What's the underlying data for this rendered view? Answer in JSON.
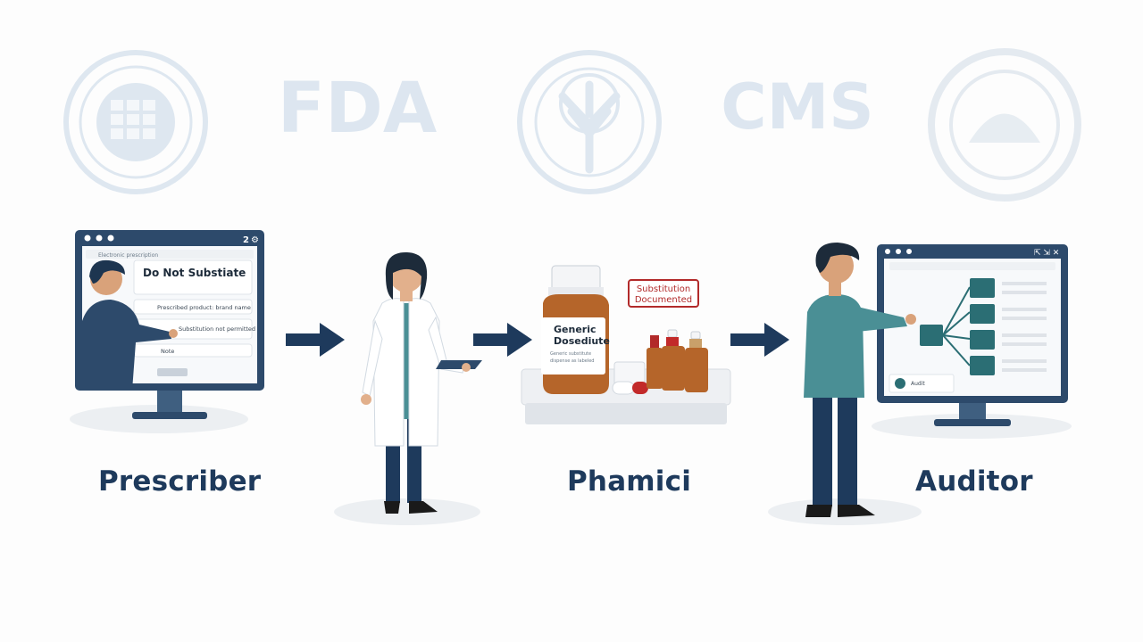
{
  "logos": [
    {
      "name": "state-board-seal",
      "text": ""
    },
    {
      "name": "fda-logo",
      "text": "FDA"
    },
    {
      "name": "tree-seal",
      "text": ""
    },
    {
      "name": "cms-logo",
      "text": "CMS"
    },
    {
      "name": "round-seal",
      "text": ""
    }
  ],
  "stages": [
    {
      "label": "Prescriber",
      "icon": "prescriber-at-monitor"
    },
    {
      "label": "",
      "icon": "pharmacist-with-tablet"
    },
    {
      "label": "Phamici",
      "icon": "medication-bottles"
    },
    {
      "label": "Auditor",
      "icon": "auditor-at-monitor"
    }
  ],
  "prescriber_screen": {
    "window_number": "2",
    "address": "Electronic prescription",
    "heading": "Do Not Substiate",
    "row1": "Prescribed product: brand name",
    "row2": "Substitution not permitted",
    "row3": "Note"
  },
  "pharmacy": {
    "stamp_line1": "Substitution",
    "stamp_line2": "Documented",
    "bottle_title1": "Generic",
    "bottle_title2": "Dosediute",
    "bottle_small1": "Generic substitute",
    "bottle_small2": "dispense as labeled"
  },
  "auditor_screen": {
    "footer_text": "Audit"
  },
  "colors": {
    "navy": "#1e3a5c",
    "teal": "#4a8f95",
    "amber": "#b5652a",
    "stamp_red": "#b22a2a",
    "logo_blue": "#c9d9e8"
  }
}
